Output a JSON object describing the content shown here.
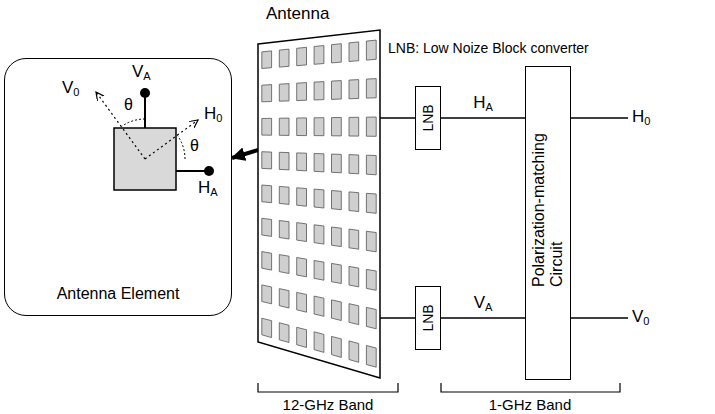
{
  "diagram": {
    "nodes": [
      {
        "text": [
          "Antenna Element"
        ]
      },
      {
        "text": [
          "Antenna"
        ]
      },
      {
        "text": [
          "LNB"
        ]
      },
      {
        "text": [
          "LNB"
        ]
      },
      {
        "text": [
          "Polarization-matching Circuit"
        ]
      }
    ],
    "edges": [
      {
        "from": 1,
        "to": 0,
        "arrow": "to"
      },
      {
        "from": 1,
        "to": 2,
        "arrow": "none"
      },
      {
        "from": 1,
        "to": 3,
        "arrow": "none"
      },
      {
        "from": 2,
        "to": 4,
        "label": "HA",
        "arrow": "none"
      },
      {
        "from": 3,
        "to": 4,
        "label": "VA",
        "arrow": "none"
      }
    ],
    "labels": [
      "LNB: Low Noize Block converter",
      "VA",
      "HA",
      "V0",
      "H0",
      "θ",
      "θ",
      "H0",
      "V0",
      "12-GHz Band",
      "1-GHz Band"
    ]
  }
}
